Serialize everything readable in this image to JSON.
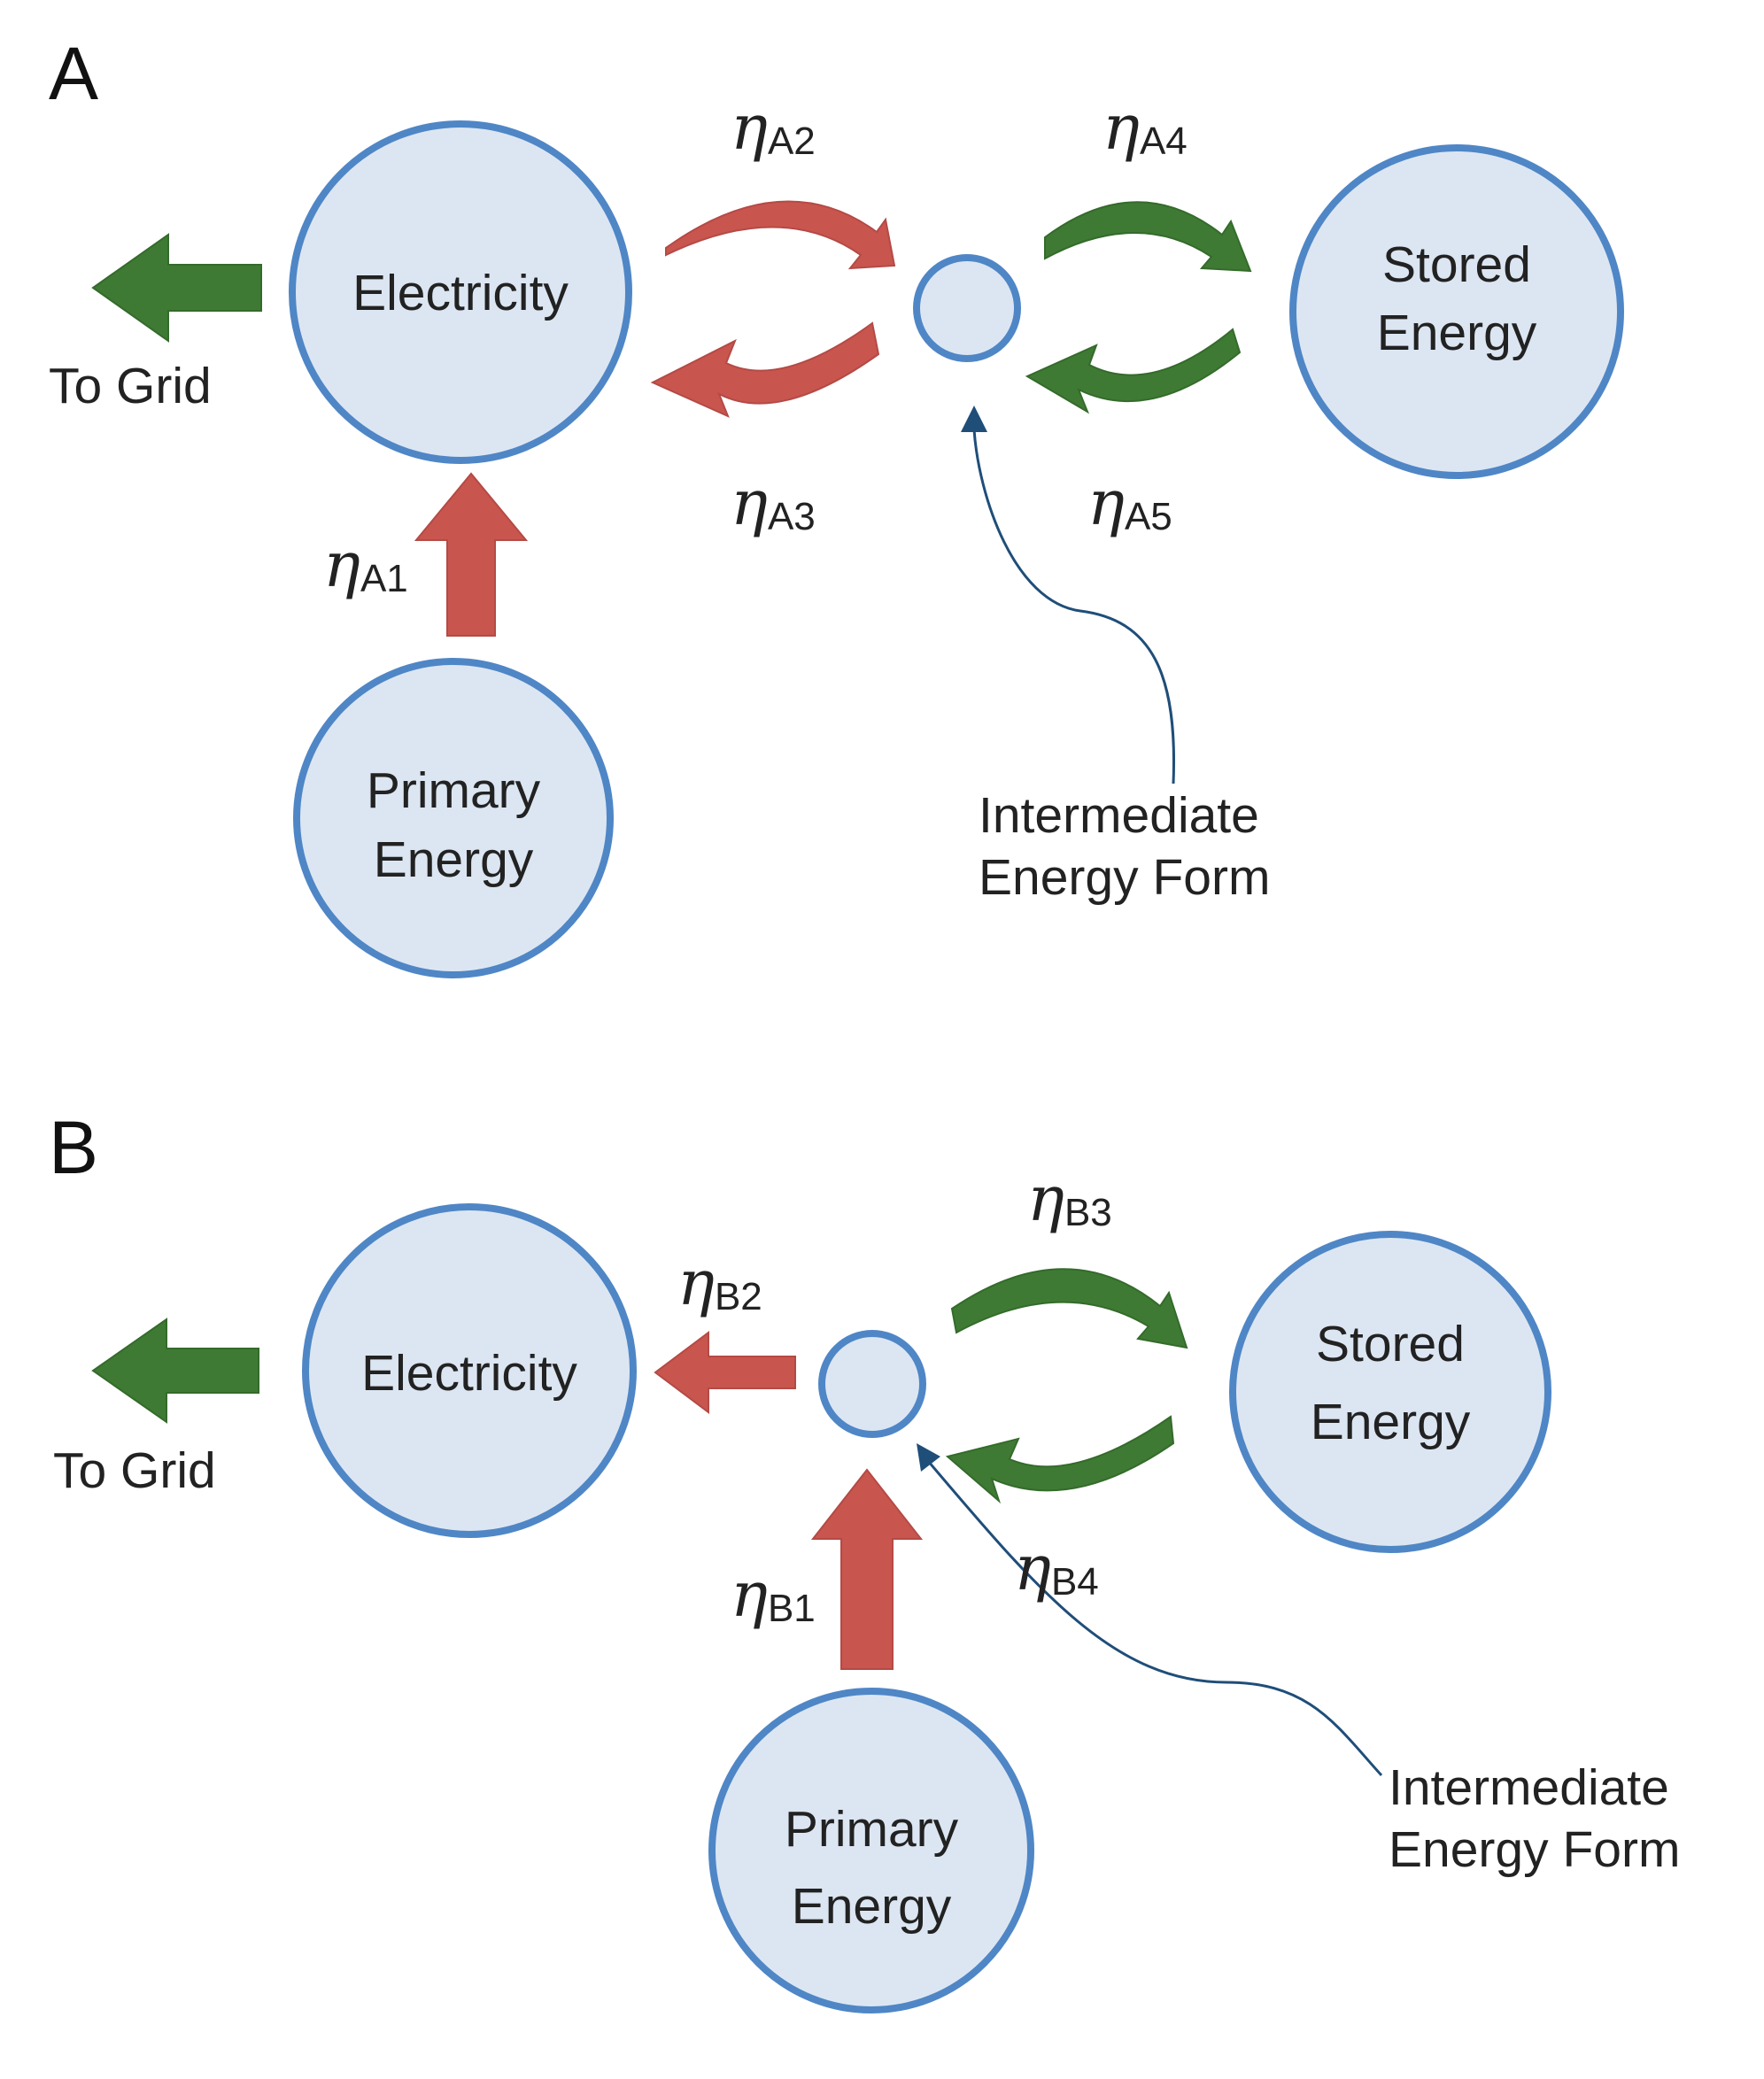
{
  "panel_a": {
    "letter": "A",
    "nodes": {
      "electricity": [
        "Electricity"
      ],
      "stored": [
        "Stored",
        "Energy"
      ],
      "primary": [
        "Primary",
        "Energy"
      ]
    },
    "to_grid": "To Grid",
    "intermediate": [
      "Intermediate",
      "Energy Form"
    ],
    "etas": [
      {
        "sym": "η",
        "sub": "A1"
      },
      {
        "sym": "η",
        "sub": "A2"
      },
      {
        "sym": "η",
        "sub": "A3"
      },
      {
        "sym": "η",
        "sub": "A4"
      },
      {
        "sym": "η",
        "sub": "A5"
      }
    ]
  },
  "panel_b": {
    "letter": "B",
    "nodes": {
      "electricity": [
        "Electricity"
      ],
      "stored": [
        "Stored",
        "Energy"
      ],
      "primary": [
        "Primary",
        "Energy"
      ]
    },
    "to_grid": "To Grid",
    "intermediate": [
      "Intermediate",
      "Energy Form"
    ],
    "etas": [
      {
        "sym": "η",
        "sub": "B1"
      },
      {
        "sym": "η",
        "sub": "B2"
      },
      {
        "sym": "η",
        "sub": "B3"
      },
      {
        "sym": "η",
        "sub": "B4"
      }
    ]
  },
  "colors": {
    "node_fill": "#dce6f2",
    "node_stroke": "#4f86c6",
    "loss_arrow": "#c9554f",
    "storage_arrow": "#3f7a34",
    "leader": "#1f4e79"
  }
}
